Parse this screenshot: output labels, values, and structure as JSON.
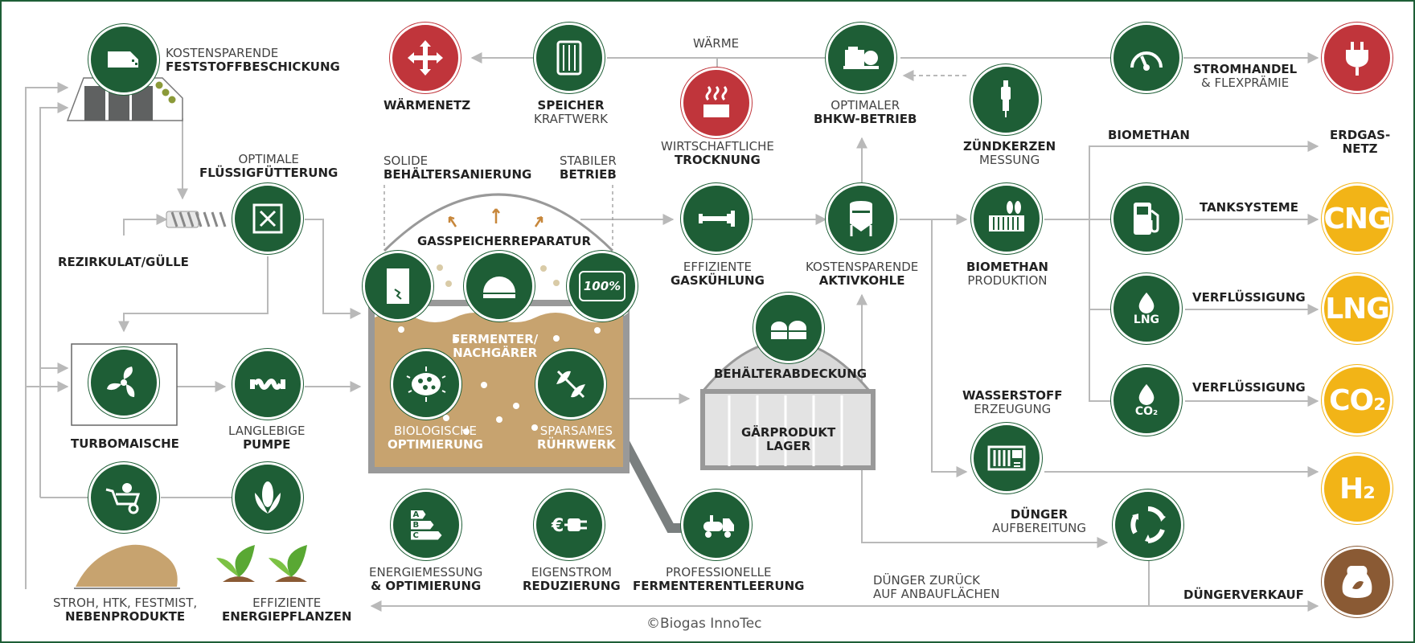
{
  "labels": {
    "feststoff": {
      "l1": "KOSTENSPARENDE",
      "l2": "FESTSTOFFBESCHICKUNG"
    },
    "fluessig": {
      "l1": "OPTIMALE",
      "l2": "FLÜSSIGFÜTTERUNG"
    },
    "rezirkulat": {
      "l1": "REZIRKULAT/GÜLLE"
    },
    "turbomaische": {
      "l1": "TURBOMAISCHE"
    },
    "pumpe": {
      "l1": "LANGLEBIGE",
      "l2": "PUMPE"
    },
    "stroh": {
      "l1": "STROH, HTK, FESTMIST,",
      "l2": "NEBENPRODUKTE"
    },
    "energiepflanzen": {
      "l1": "EFFIZIENTE",
      "l2": "ENERGIEPFLANZEN"
    },
    "waermenetz": {
      "l1": "WÄRMENETZ"
    },
    "speicher": {
      "l1": "SPEICHER",
      "l2": "KRAFTWERK"
    },
    "waerme": {
      "l1": "WÄRME"
    },
    "trocknung": {
      "l1": "WIRTSCHAFTLICHE",
      "l2": "TROCKNUNG"
    },
    "bhkw": {
      "l1": "OPTIMALER",
      "l2": "BHKW-BETRIEB"
    },
    "zuendkerzen": {
      "l1": "ZÜNDKERZEN",
      "l2": "MESSUNG"
    },
    "stromhandel": {
      "l1": "STROMHANDEL",
      "l2": "& FLEXPRÄMIE"
    },
    "sanierung": {
      "l1": "SOLIDE",
      "l2": "BEHÄLTERSANIERUNG"
    },
    "stabil": {
      "l1": "STABILER",
      "l2": "BETRIEB"
    },
    "gasspeicher": {
      "l1": "GASSPEICHERREPARATUR"
    },
    "fermenter": {
      "l1": "FERMENTER/",
      "l2": "NACHGÄRER"
    },
    "bio_opt": {
      "l1": "BIOLOGISCHE",
      "l2": "OPTIMIERUNG"
    },
    "ruehrwerk": {
      "l1": "SPARSAMES",
      "l2": "RÜHRWERK"
    },
    "gaskuehlung": {
      "l1": "EFFIZIENTE",
      "l2": "GASKÜHLUNG"
    },
    "aktivkohle": {
      "l1": "KOSTENSPARENDE",
      "l2": "AKTIVKOHLE"
    },
    "biomethan_prod": {
      "l1": "BIOMETHAN",
      "l2": "PRODUKTION"
    },
    "biomethan": {
      "l1": "BIOMETHAN"
    },
    "erdgasnetz": {
      "l1": "ERDGAS-",
      "l2": "NETZ"
    },
    "tanksysteme": {
      "l1": "TANKSYSTEME"
    },
    "verfl1": {
      "l1": "VERFLÜSSIGUNG"
    },
    "verfl2": {
      "l1": "VERFLÜSSIGUNG"
    },
    "abdeckung": {
      "l1": "BEHÄLTERABDECKUNG"
    },
    "gaerprodukt": {
      "l1": "GÄRPRODUKT",
      "l2": "LAGER"
    },
    "wasserstoff": {
      "l1": "WASSERSTOFF",
      "l2": "ERZEUGUNG"
    },
    "duenger": {
      "l1": "DÜNGER",
      "l2": "AUFBEREITUNG"
    },
    "energiemessung": {
      "l1": "ENERGIEMESSUNG",
      "l2": "& OPTIMIERUNG"
    },
    "eigenstrom": {
      "l1": "EIGENSTROM",
      "l2": "REDUZIERUNG"
    },
    "entleerung": {
      "l1": "PROFESSIONELLE",
      "l2": "FERMENTERENTLEERUNG"
    },
    "duenger_zurueck": {
      "l1": "DÜNGER ZURÜCK",
      "l2": "AUF ANBAUFLÄCHEN"
    },
    "duengerverkauf": {
      "l1": "DÜNGERVERKAUF"
    }
  },
  "badges": {
    "cng": "CNG",
    "lng": "LNG",
    "co2": "CO₂",
    "h2": "H₂",
    "lng_small": "LNG",
    "co2_small": "CO₂",
    "pct": "100%",
    "abc": [
      "A",
      "B",
      "C"
    ]
  },
  "copyright": "©Biogas InnoTec",
  "colors": {
    "green": "#1e5e36",
    "red": "#c0353b",
    "yellow": "#f2b417",
    "brown": "#8a5a34",
    "line": "#b9b9b9",
    "tank": "#c7a36f"
  }
}
